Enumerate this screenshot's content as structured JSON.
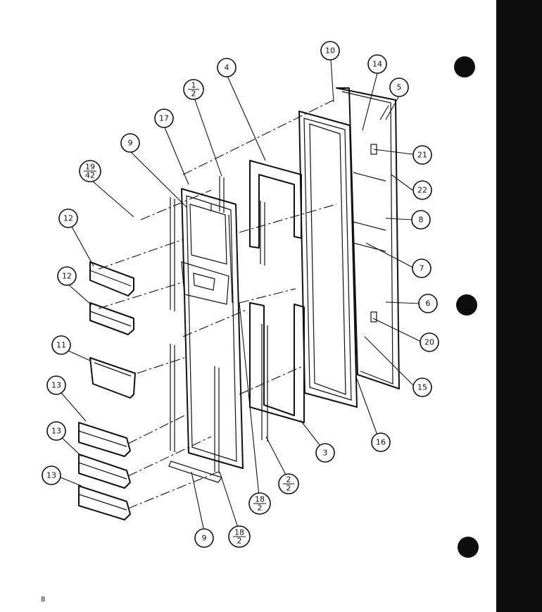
{
  "page_number": "8",
  "callouts": [
    {
      "id": "c10",
      "top": "10"
    },
    {
      "id": "c14",
      "top": "14"
    },
    {
      "id": "c5",
      "top": "5"
    },
    {
      "id": "c4",
      "top": "4"
    },
    {
      "id": "c1-2",
      "top": "1",
      "bottom": "2"
    },
    {
      "id": "c17",
      "top": "17"
    },
    {
      "id": "c9a",
      "top": "9"
    },
    {
      "id": "c19-42",
      "top": "19",
      "bottom": "42"
    },
    {
      "id": "c12a",
      "top": "12"
    },
    {
      "id": "c12b",
      "top": "12"
    },
    {
      "id": "c11",
      "top": "11"
    },
    {
      "id": "c13a",
      "top": "13"
    },
    {
      "id": "c13b",
      "top": "13"
    },
    {
      "id": "c13c",
      "top": "13"
    },
    {
      "id": "c21",
      "top": "21"
    },
    {
      "id": "c22",
      "top": "22"
    },
    {
      "id": "c8",
      "top": "8"
    },
    {
      "id": "c7",
      "top": "7"
    },
    {
      "id": "c6",
      "top": "6"
    },
    {
      "id": "c20",
      "top": "20"
    },
    {
      "id": "c15",
      "top": "15"
    },
    {
      "id": "c16",
      "top": "16"
    },
    {
      "id": "c3",
      "top": "3"
    },
    {
      "id": "c2-2",
      "top": "2",
      "bottom": "2"
    },
    {
      "id": "c18-2a",
      "top": "18",
      "bottom": "2"
    },
    {
      "id": "c18-2b",
      "top": "18",
      "bottom": "2"
    },
    {
      "id": "c9b",
      "top": "9"
    }
  ]
}
